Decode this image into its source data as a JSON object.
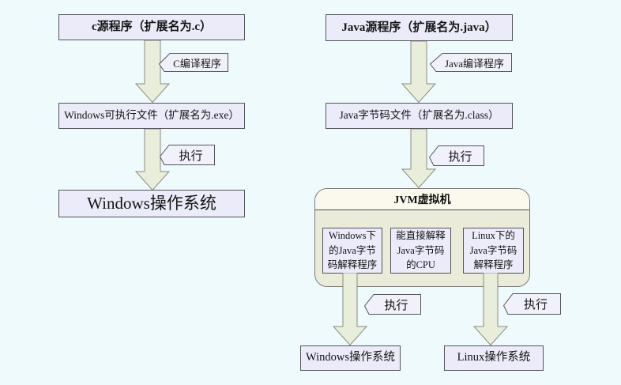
{
  "canvas": {
    "background": "#effafc"
  },
  "palette": {
    "node_fill": "#ebebfa",
    "node_border": "#55555a",
    "arrow_fill": "#e9eeda",
    "arrow_border": "#8b8b83",
    "tag_fill": "#f1f1fc",
    "jvm_header_fill": "#fbf9ee",
    "jvm_body_fill": "#ebebda"
  },
  "left_flow": {
    "source_box": "c源程序（扩展名为.c）",
    "compile_tag": "C编译程序",
    "exe_box": "Windows可执行文件（扩展名为.exe）",
    "run_tag": "执行",
    "os_box": "Windows操作系统"
  },
  "right_flow": {
    "source_box": "Java源程序（扩展名为.java）",
    "compile_tag": "Java编译程序",
    "bytecode_box": "Java字节码文件（扩展名为.class）",
    "run_tag": "执行",
    "jvm": {
      "title": "JVM虚拟机",
      "interpreters": [
        {
          "lines": [
            "Windows下",
            "的Java字节",
            "码解释程序"
          ]
        },
        {
          "lines": [
            "能直接解释",
            "Java字节码",
            "的CPU"
          ]
        },
        {
          "lines": [
            "Linux下的",
            "Java字节码",
            "解释程序"
          ]
        }
      ]
    },
    "windows_run_tag": "执行",
    "linux_run_tag": "执行",
    "windows_os_box": "Windows操作系统",
    "linux_os_box": "Linux操作系统"
  }
}
